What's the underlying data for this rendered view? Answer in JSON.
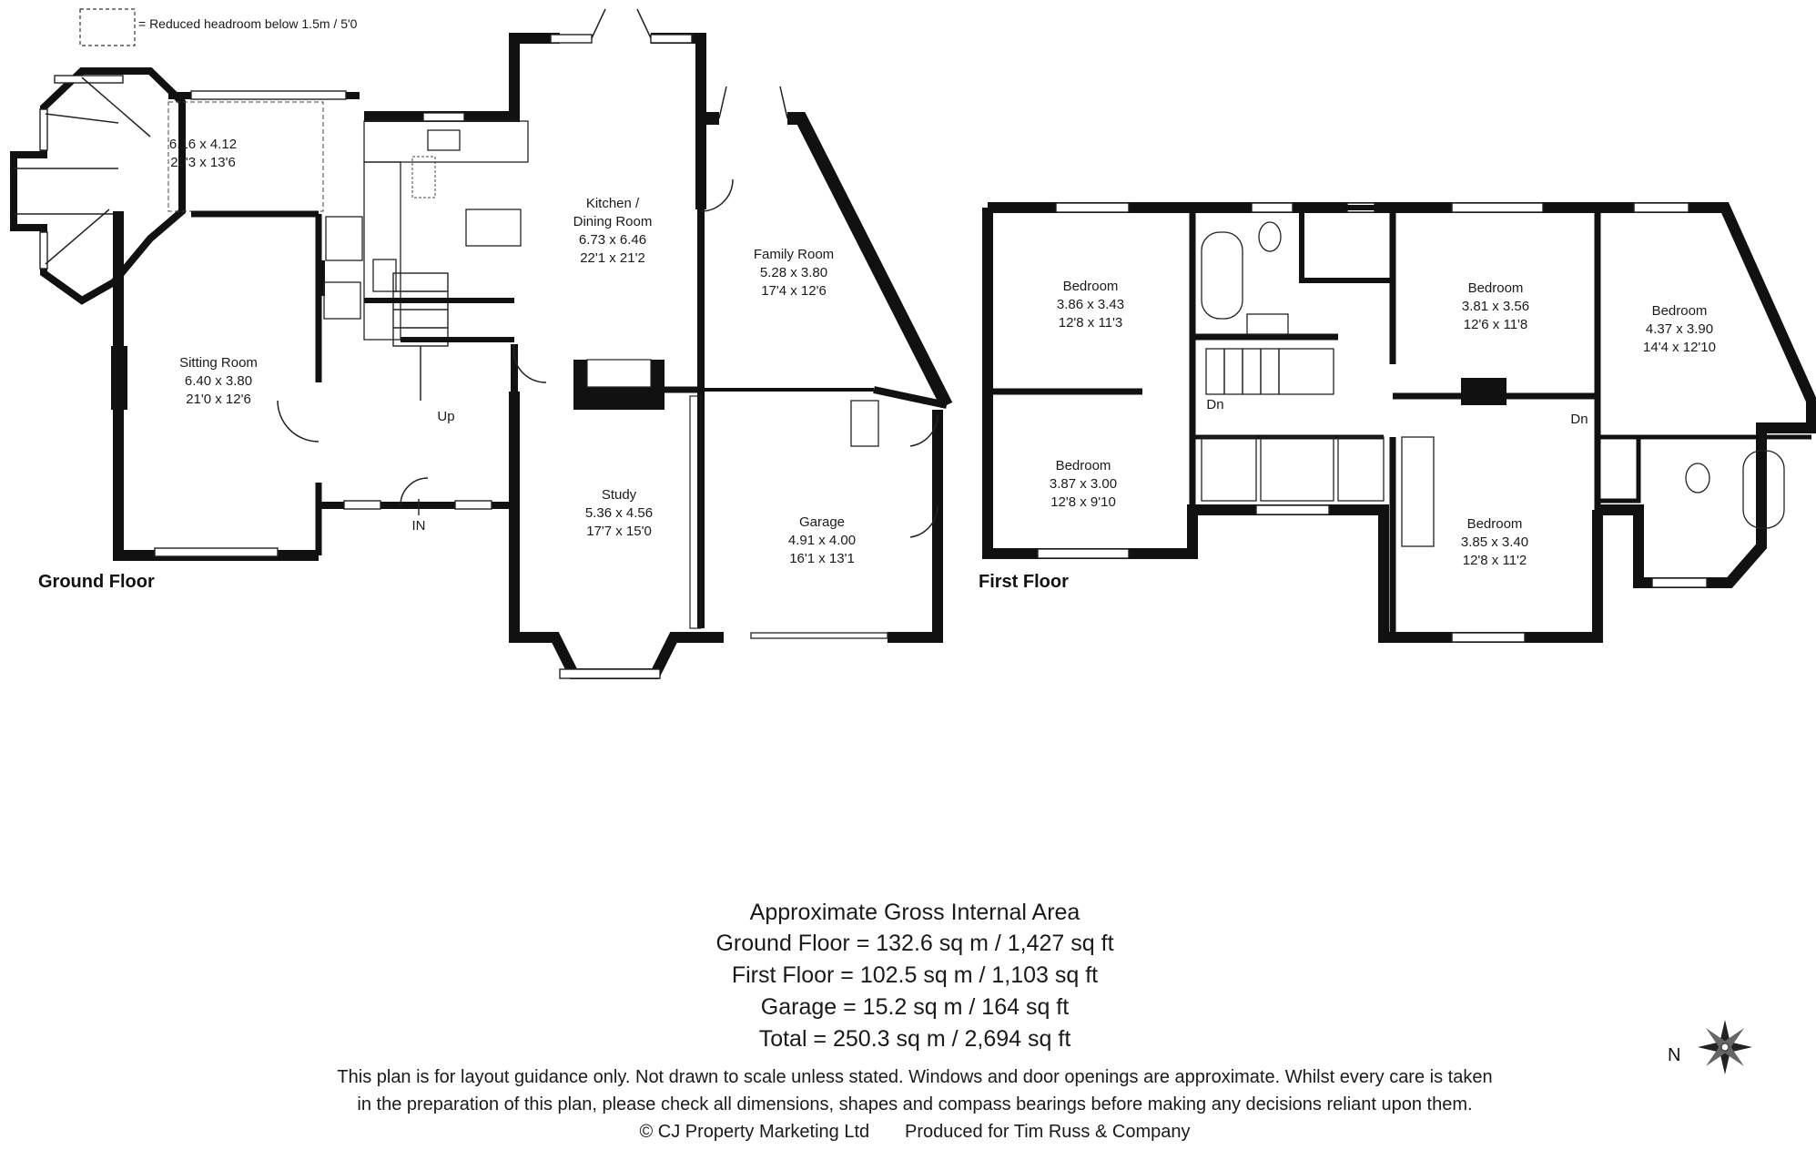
{
  "legend": {
    "text": "= Reduced headroom below 1.5m / 5'0"
  },
  "ground_floor": {
    "label": "Ground Floor",
    "rooms": [
      {
        "id": "conservatory",
        "name": "",
        "dim_m": "6.16 x 4.12",
        "dim_ft": "20'3 x 13'6"
      },
      {
        "id": "kitchen",
        "name": "Kitchen /",
        "name2": "Dining Room",
        "dim_m": "6.73 x 6.46",
        "dim_ft": "22'1 x 21'2"
      },
      {
        "id": "family",
        "name": "Family Room",
        "dim_m": "5.28 x 3.80",
        "dim_ft": "17'4 x 12'6"
      },
      {
        "id": "sitting",
        "name": "Sitting Room",
        "dim_m": "6.40 x 3.80",
        "dim_ft": "21'0 x 12'6"
      },
      {
        "id": "study",
        "name": "Study",
        "dim_m": "5.36 x 4.56",
        "dim_ft": "17'7 x 15'0"
      },
      {
        "id": "garage",
        "name": "Garage",
        "dim_m": "4.91 x 4.00",
        "dim_ft": "16'1 x 13'1"
      }
    ],
    "up_label": "Up",
    "in_label": "IN"
  },
  "first_floor": {
    "label": "First Floor",
    "rooms": [
      {
        "id": "bed1",
        "name": "Bedroom",
        "dim_m": "3.86 x 3.43",
        "dim_ft": "12'8 x 11'3"
      },
      {
        "id": "bed2",
        "name": "Bedroom",
        "dim_m": "3.81 x 3.56",
        "dim_ft": "12'6 x 11'8"
      },
      {
        "id": "bed3",
        "name": "Bedroom",
        "dim_m": "4.37 x 3.90",
        "dim_ft": "14'4 x 12'10"
      },
      {
        "id": "bed4",
        "name": "Bedroom",
        "dim_m": "3.87 x 3.00",
        "dim_ft": "12'8 x 9'10"
      },
      {
        "id": "bed5",
        "name": "Bedroom",
        "dim_m": "3.85 x 3.40",
        "dim_ft": "12'8 x 11'2"
      }
    ],
    "dn_label_1": "Dn",
    "dn_label_2": "Dn"
  },
  "areas": {
    "title": "Approximate Gross Internal Area",
    "ground": "Ground Floor = 132.6 sq m / 1,427 sq ft",
    "first": "First Floor = 102.5 sq m / 1,103 sq ft",
    "garage": "Garage = 15.2 sq m / 164 sq ft",
    "total": "Total = 250.3 sq m / 2,694 sq ft"
  },
  "disclaimer": {
    "line1": "This plan is for layout guidance only. Not drawn to scale unless stated. Windows and door openings are approximate. Whilst every care is taken",
    "line2": "in the preparation of this plan, please check all dimensions, shapes and compass bearings before making any decisions reliant upon them.",
    "line3": "© CJ Property Marketing Ltd       Produced for Tim Russ & Company"
  },
  "compass": {
    "label": "N"
  }
}
